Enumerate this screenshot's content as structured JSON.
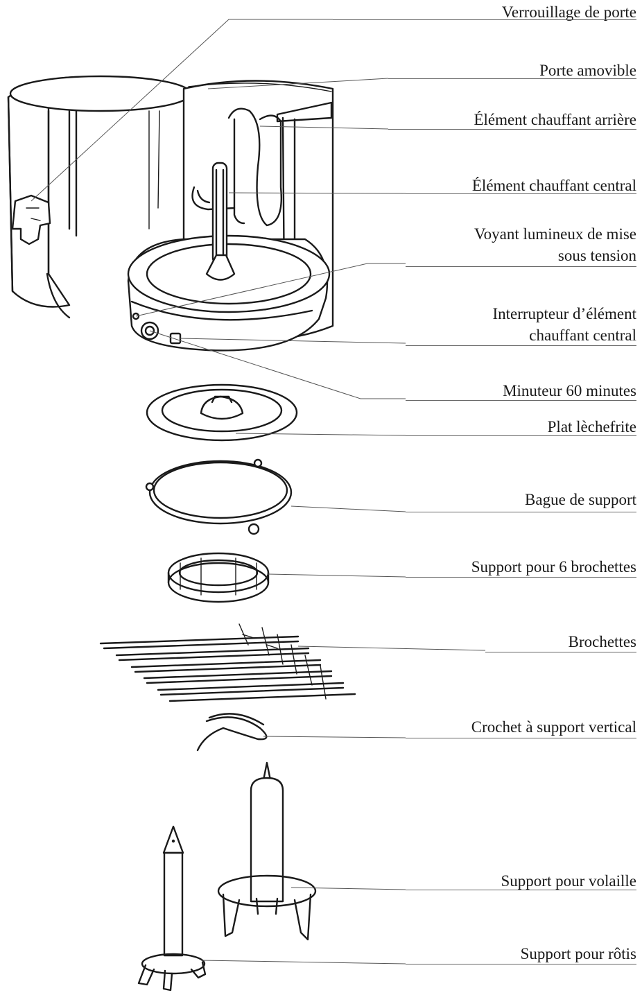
{
  "labels": [
    {
      "id": "verrouillage",
      "lines": [
        "Verrouillage de porte"
      ]
    },
    {
      "id": "porte",
      "lines": [
        "Porte amovible"
      ]
    },
    {
      "id": "element-arriere",
      "lines": [
        "Élément chauffant arrière"
      ]
    },
    {
      "id": "element-central",
      "lines": [
        "Élément chauffant central"
      ]
    },
    {
      "id": "voyant",
      "lines": [
        "Voyant lumineux de mise",
        "sous tension"
      ]
    },
    {
      "id": "interrupteur",
      "lines": [
        "Interrupteur d’élément",
        "chauffant central"
      ]
    },
    {
      "id": "minuteur",
      "lines": [
        "Minuteur 60 minutes"
      ]
    },
    {
      "id": "plat",
      "lines": [
        "Plat lèchefrite"
      ]
    },
    {
      "id": "bague",
      "lines": [
        "Bague de support"
      ]
    },
    {
      "id": "support-brochettes",
      "lines": [
        "Support pour 6 brochettes"
      ]
    },
    {
      "id": "brochettes",
      "lines": [
        "Brochettes"
      ]
    },
    {
      "id": "crochet",
      "lines": [
        "Crochet à support vertical"
      ]
    },
    {
      "id": "support-volaille",
      "lines": [
        "Support pour volaille"
      ]
    },
    {
      "id": "support-rotis",
      "lines": [
        "Support pour rôtis"
      ]
    }
  ]
}
